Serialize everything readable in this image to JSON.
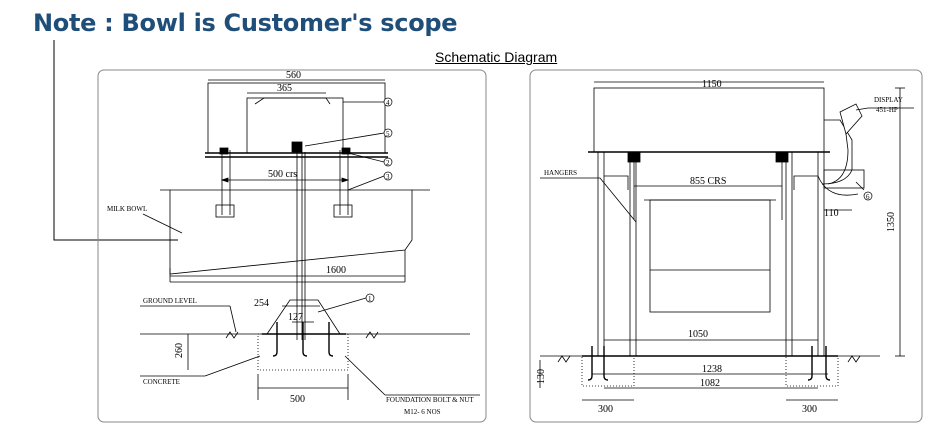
{
  "header": {
    "note": "Note : Bowl is Customer's scope",
    "subtitle": "Schematic Diagram"
  },
  "left_view": {
    "dims": {
      "d560": "560",
      "d365": "365",
      "d500crs": "500 crs",
      "d1600": "1600",
      "d254": "254",
      "d127": "127",
      "d260": "260",
      "d500": "500"
    },
    "labels": {
      "milk_bowl": "MILK BOWL",
      "ground_level": "GROUND LEVEL",
      "concrete": "CONCRETE",
      "foundation_bolt": "FOUNDATION BOLT & NUT",
      "bolt_qty": "M12- 6 NOS"
    },
    "callouts": {
      "c1": "1",
      "c2": "2",
      "c3": "3",
      "c4": "4",
      "c5": "5"
    }
  },
  "right_view": {
    "dims": {
      "d1150": "1150",
      "d855": "855 CRS",
      "d110": "110",
      "d1350": "1350",
      "d1050": "1050",
      "d1238": "1238",
      "d1082": "1082",
      "d130": "130",
      "d300a": "300",
      "d300b": "300"
    },
    "labels": {
      "hangers": "HANGERS",
      "display": "DISPLAY",
      "display_model": "451-HP"
    },
    "callouts": {
      "c6": "6"
    }
  },
  "colors": {
    "note": "#1f4e79",
    "line": "#000000",
    "frame": "#888888"
  }
}
